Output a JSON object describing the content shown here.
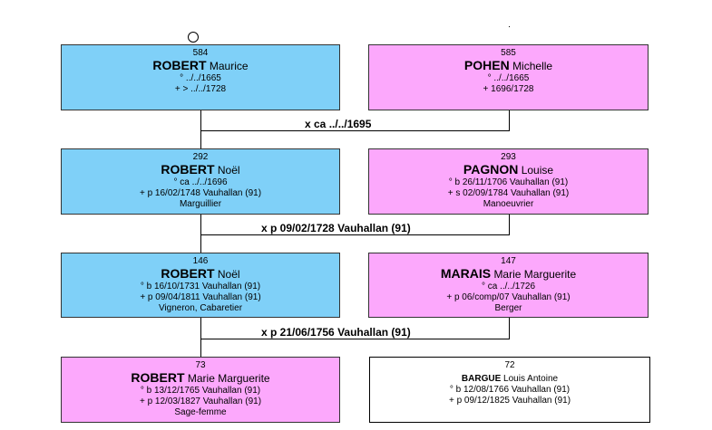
{
  "persons": {
    "p584": {
      "num": "584",
      "surname": "ROBERT",
      "given": "Maurice",
      "lines": [
        "° ../../1665",
        "+ > ../../1728"
      ]
    },
    "p585": {
      "num": "585",
      "surname": "POHEN",
      "given": "Michelle",
      "lines": [
        "° ../../1665",
        "+ 1696/1728"
      ]
    },
    "p292": {
      "num": "292",
      "surname": "ROBERT",
      "given": "Noël",
      "lines": [
        "° ca ../../1696",
        "+ p 16/02/1748 Vauhallan (91)",
        "Marguillier"
      ]
    },
    "p293": {
      "num": "293",
      "surname": "PAGNON",
      "given": "Louise",
      "lines": [
        "° b 26/11/1706 Vauhallan (91)",
        "+ s 02/09/1784 Vauhallan (91)",
        "Manoeuvrier"
      ]
    },
    "p146": {
      "num": "146",
      "surname": "ROBERT",
      "given": "Noël",
      "lines": [
        "° b 16/10/1731 Vauhallan (91)",
        "+ p 09/04/1811 Vauhallan (91)",
        "Vigneron, Cabaretier"
      ]
    },
    "p147": {
      "num": "147",
      "surname": "MARAIS",
      "given": "Marie Marguerite",
      "lines": [
        "° ca ../../1726",
        "+ p 06/comp/07 Vauhallan (91)",
        "Berger"
      ]
    },
    "p73": {
      "num": "73",
      "surname": "ROBERT",
      "given": "Marie Marguerite",
      "lines": [
        "° b 13/12/1765 Vauhallan (91)",
        "+ p 12/03/1827 Vauhallan (91)",
        "Sage-femme"
      ]
    },
    "p72": {
      "num": "72",
      "surname": "BARGUE",
      "given": "Louis Antoine",
      "lines": [
        "° b 12/08/1766 Vauhallan (91)",
        "+ p 09/12/1825 Vauhallan (91)"
      ]
    }
  },
  "marriages": {
    "m1": "x ca ../../1695",
    "m2": "x p 09/02/1728 Vauhallan (91)",
    "m3": "x p 21/06/1756 Vauhallan (91)"
  },
  "colors": {
    "male": "#7fd0f8",
    "female": "#fca8fc",
    "unknown": "#ffffff"
  }
}
